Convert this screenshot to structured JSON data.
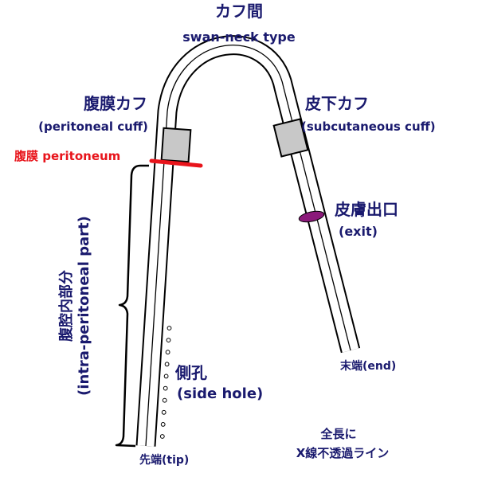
{
  "labels": {
    "cuff_interval_title": "カフ間",
    "cuff_interval_sub": "swan-neck type",
    "peritoneal_cuff_title": "腹膜カフ",
    "peritoneal_cuff_sub": "(peritoneal cuff)",
    "peritoneum": "腹膜 peritoneum",
    "subcutaneous_cuff_title": "皮下カフ",
    "subcutaneous_cuff_sub": "(subcutaneous cuff)",
    "exit_title": "皮膚出口",
    "exit_sub": "(exit)",
    "end": "末端(end)",
    "side_hole_title": "側孔",
    "side_hole_sub": "(side hole)",
    "tip": "先端(tip)",
    "intra_title": "腹腔内部分",
    "intra_sub": "(intra-peritoneal part)",
    "xray_line1": "全長に",
    "xray_line2": "X線不透過ライン"
  },
  "colors": {
    "text": "#1a1a6e",
    "peritoneum": "#e8141b",
    "exit_site": "#8b1a7a",
    "cuff": "#c8c8c8",
    "outline": "#000000"
  },
  "side_hole_count": 10
}
